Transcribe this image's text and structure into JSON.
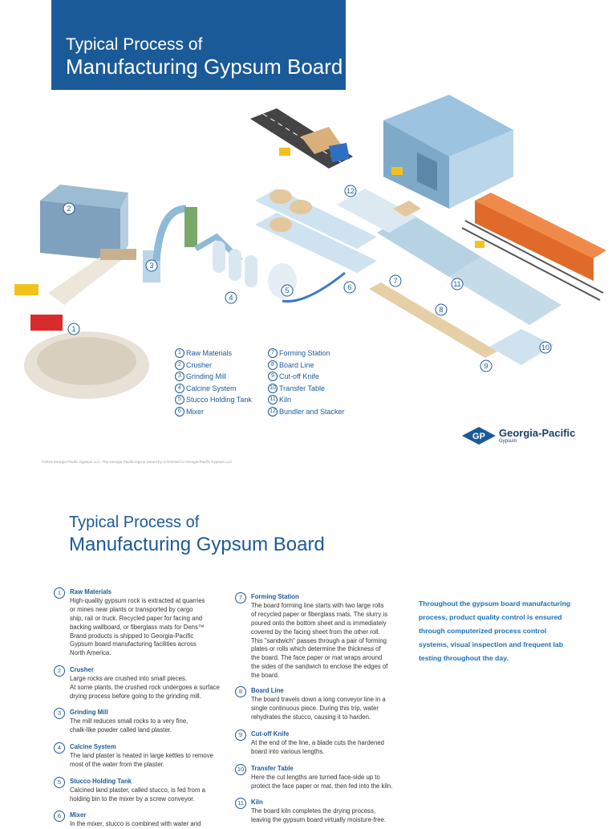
{
  "header": {
    "title_line1": "Typical Process of",
    "title_line2": "Manufacturing Gypsum Board"
  },
  "diagram_numbers": [
    "1",
    "2",
    "3",
    "4",
    "5",
    "6",
    "7",
    "8",
    "9",
    "10",
    "11",
    "12"
  ],
  "legend": {
    "left": [
      {
        "n": "1",
        "label": "Raw Materials"
      },
      {
        "n": "2",
        "label": "Crusher"
      },
      {
        "n": "3",
        "label": "Grinding Mill"
      },
      {
        "n": "4",
        "label": "Calcine System"
      },
      {
        "n": "5",
        "label": "Stucco Holding Tank"
      },
      {
        "n": "6",
        "label": "Mixer"
      }
    ],
    "right": [
      {
        "n": "7",
        "label": "Forming Station"
      },
      {
        "n": "8",
        "label": "Board Line"
      },
      {
        "n": "9",
        "label": "Cut-off Knife"
      },
      {
        "n": "10",
        "label": "Transfer Table"
      },
      {
        "n": "11",
        "label": "Kiln"
      },
      {
        "n": "12",
        "label": "Bundler and Stacker"
      }
    ]
  },
  "logo": {
    "icon_text": "GP",
    "name": "Georgia-Pacific",
    "sub": "Gypsum"
  },
  "copyright": "©2010 Georgia-Pacific Gypsum LLC.  The Georgia-Pacific logo is owned by or licensed to Georgia-Pacific Gypsum LLC.",
  "section2": {
    "title_line1": "Typical Process of",
    "title_line2": "Manufacturing Gypsum Board"
  },
  "steps_left": [
    {
      "n": "1",
      "heading": "Raw Materials",
      "text": "High-quality gypsum rock is extracted at quarries\nor mines near plants or transported by cargo\nship, rail or truck.  Recycled paper for facing and\nbacking wallboard, or fiberglass mats for Dens™\nBrand products is shipped to Georgia-Pacific\nGypsum board manufacturing facilities across\nNorth America."
    },
    {
      "n": "2",
      "heading": "Crusher",
      "text": "Large rocks are crushed into small pieces.\nAt some plants, the crushed rock undergoes a surface\ndrying process before going to the grinding mill."
    },
    {
      "n": "3",
      "heading": "Grinding Mill",
      "text": "The mill reduces small rocks to a very fine,\nchalk-like powder called land plaster."
    },
    {
      "n": "4",
      "heading": "Calcine System",
      "text": "The land plaster is heated in large kettles to remove\nmost of the water from the plaster."
    },
    {
      "n": "5",
      "heading": "Stucco Holding Tank",
      "text": "Calcined land plaster, called stucco, is fed from a\nholding bin to the mixer by a screw conveyor."
    },
    {
      "n": "6",
      "heading": "Mixer",
      "text": "In the mixer, stucco is combined with water and"
    }
  ],
  "steps_right": [
    {
      "n": "7",
      "heading": "Forming Station",
      "text": "The board forming line starts with two large rolls\nof recycled paper or fiberglass mats.  The slurry is\npoured onto the bottom sheet and is immediately\ncovered by the facing sheet from the other roll.\nThis \"sandwich\" passes through a pair of forming\nplates or rolls which determine the thickness of\nthe board.  The face paper or mat wraps around\nthe sides of the sandwich to enclose the edges of\nthe board."
    },
    {
      "n": "8",
      "heading": "Board Line",
      "text": "The board travels down a long conveyor line in a\nsingle continuous piece.  During this trip, water\nrehydrates the stucco, causing it to harden."
    },
    {
      "n": "9",
      "heading": "Cut-off Knife",
      "text": "At the end of the line, a blade cuts the hardened\nboard into various lengths."
    },
    {
      "n": "10",
      "heading": "Transfer Table",
      "text": "Here the cut lengths are turned face-side up to\nprotect the face paper or mat, then fed into the kiln."
    },
    {
      "n": "11",
      "heading": "Kiln",
      "text": "The board kiln completes the drying process,\nleaving the gypsum board virtually moisture-free."
    }
  ],
  "callout": "Throughout the gypsum board manufacturing\nprocess, product quality control is ensured\nthrough computerized process control\nsystems, visual inspection and frequent lab\ntesting throughout the day.",
  "colors": {
    "brand_blue": "#1b5a98",
    "callout_blue": "#1b6fb5",
    "text": "#333333"
  }
}
